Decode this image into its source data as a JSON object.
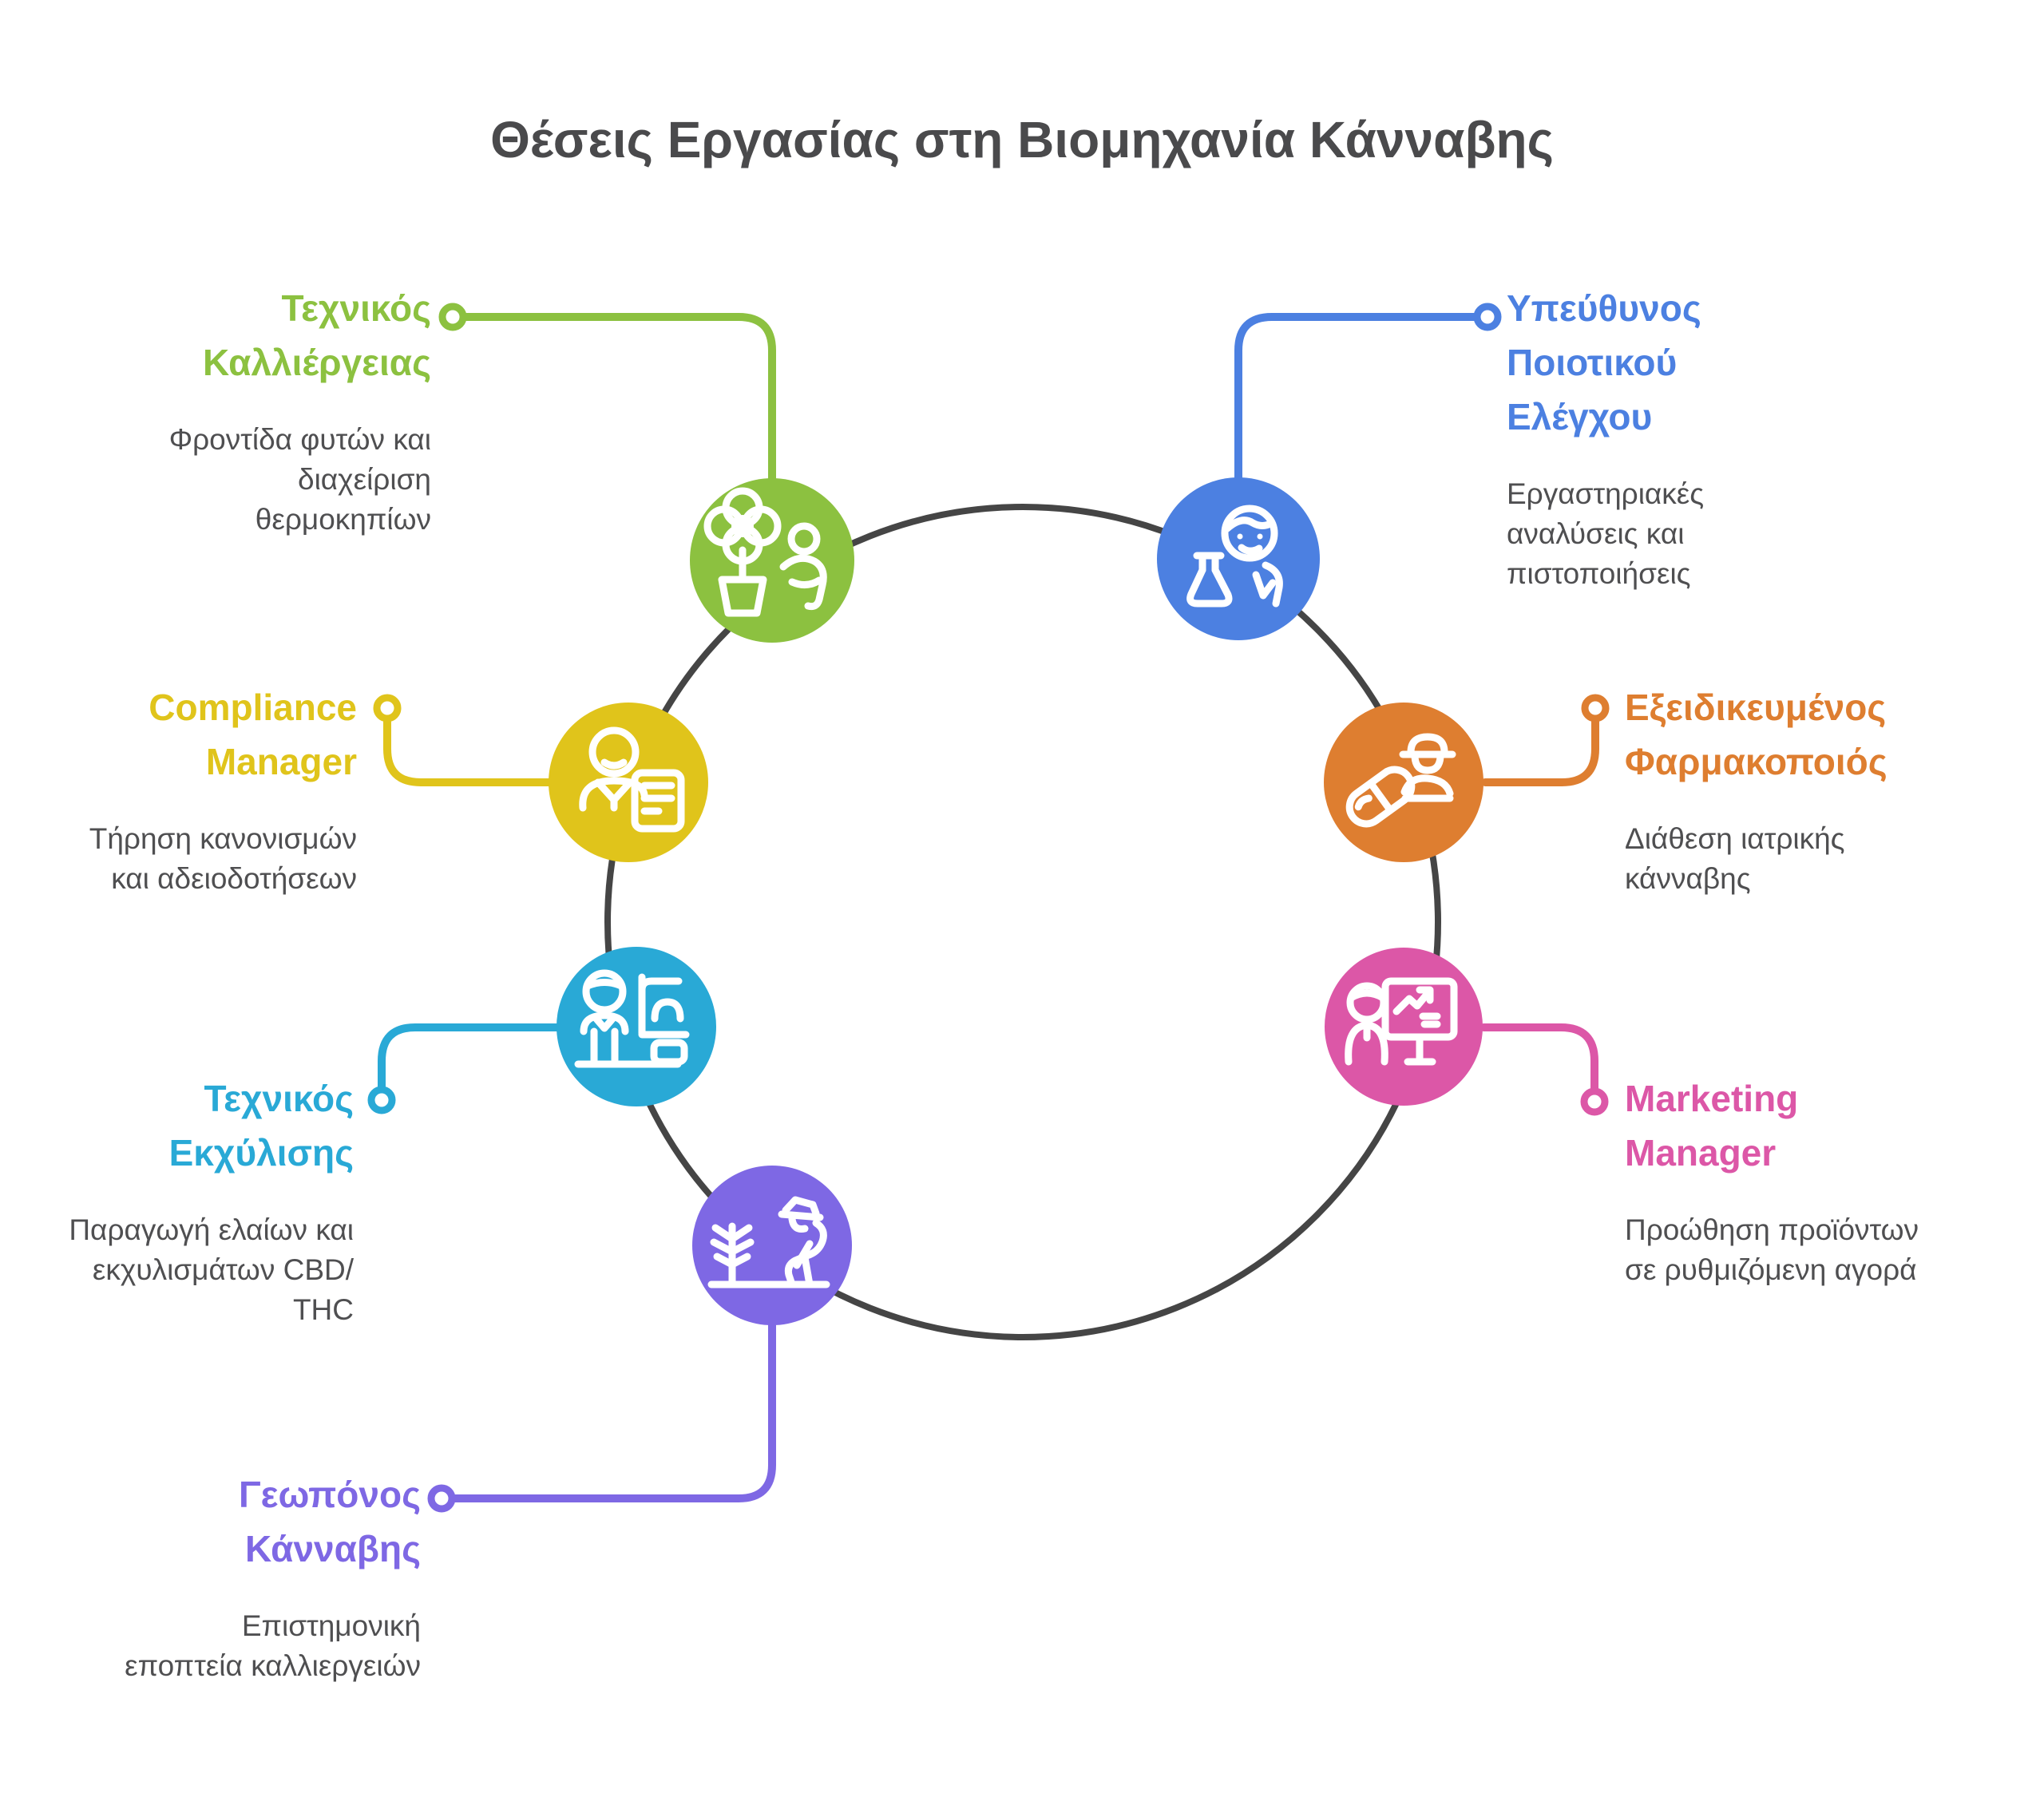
{
  "title": "Θέσεις Εργασίας στη Βιομηχανία Κάνναβης",
  "diagram": {
    "ring_color": "#454545",
    "background": "#ffffff",
    "title_color": "#4a4a4c",
    "description_color": "#4f4f51"
  },
  "nodes": [
    {
      "id": "cultivation-technician",
      "color": "#8CC140",
      "icon": "flower-pot-gardener-icon",
      "title": "Τεχνικός Καλλιέργειας",
      "title_lines": [
        "Τεχνικός",
        "Καλλιέργειας"
      ],
      "description": "Φροντίδα φυτών και διαχείριση θερμοκηπίων",
      "desc_lines": [
        "Φροντίδα φυτών και",
        "διαχείριση",
        "θερμοκηπίων"
      ]
    },
    {
      "id": "quality-control-manager",
      "color": "#4C80E1",
      "icon": "scientist-flask-icon",
      "title": "Υπεύθυνος Ποιοτικού Ελέγχου",
      "title_lines": [
        "Υπεύθυνος",
        "Ποιοτικού",
        "Ελέγχου"
      ],
      "description": "Εργαστηριακές αναλύσεις και πιστοποιήσεις",
      "desc_lines": [
        "Εργαστηριακές",
        "αναλύσεις και",
        "πιστοποιήσεις"
      ]
    },
    {
      "id": "compliance-manager",
      "color": "#E0C41B",
      "icon": "person-document-icon",
      "title": "Compliance Manager",
      "title_lines": [
        "Compliance",
        "Manager"
      ],
      "description": "Τήρηση κανονισμών και αδειοδοτήσεων",
      "desc_lines": [
        "Τήρηση κανονισμών",
        "και αδειοδοτήσεων"
      ]
    },
    {
      "id": "specialized-pharmacist",
      "color": "#DE7E30",
      "icon": "pharmacist-capsule-icon",
      "title": "Εξειδικευμένος Φαρμακοποιός",
      "title_lines": [
        "Εξειδικευμένος",
        "Φαρμακοποιός"
      ],
      "description": "Διάθεση ιατρικής κάνναβης",
      "desc_lines": [
        "Διάθεση ιατρικής",
        "κάνναβης"
      ]
    },
    {
      "id": "extraction-technician",
      "color": "#29A9D6",
      "icon": "operator-extraction-machine-icon",
      "title": "Τεχνικός Εκχύλισης",
      "title_lines": [
        "Τεχνικός",
        "Εκχύλισης"
      ],
      "description": "Παραγωγή ελαίων και εκχυλισμάτων CBD/ THC",
      "desc_lines": [
        "Παραγωγή ελαίων και",
        "εκχυλισμάτων CBD/",
        "THC"
      ]
    },
    {
      "id": "marketing-manager",
      "color": "#DC57A7",
      "icon": "presenter-growth-chart-icon",
      "title": "Marketing Manager",
      "title_lines": [
        "Marketing",
        "Manager"
      ],
      "description": "Προώθηση προϊόντων σε ρυθμιζόμενη αγορά",
      "desc_lines": [
        "Προώθηση προϊόντων",
        "σε ρυθμιζόμενη αγορά"
      ]
    },
    {
      "id": "cannabis-agronomist",
      "color": "#7E68E4",
      "icon": "agronomist-plant-icon",
      "title": "Γεωπόνος Κάνναβης",
      "title_lines": [
        "Γεωπόνος",
        "Κάνναβης"
      ],
      "description": "Επιστημονική εποπτεία καλλιεργειών",
      "desc_lines": [
        "Επιστημονική",
        "εποπτεία καλλιεργειών"
      ]
    }
  ]
}
